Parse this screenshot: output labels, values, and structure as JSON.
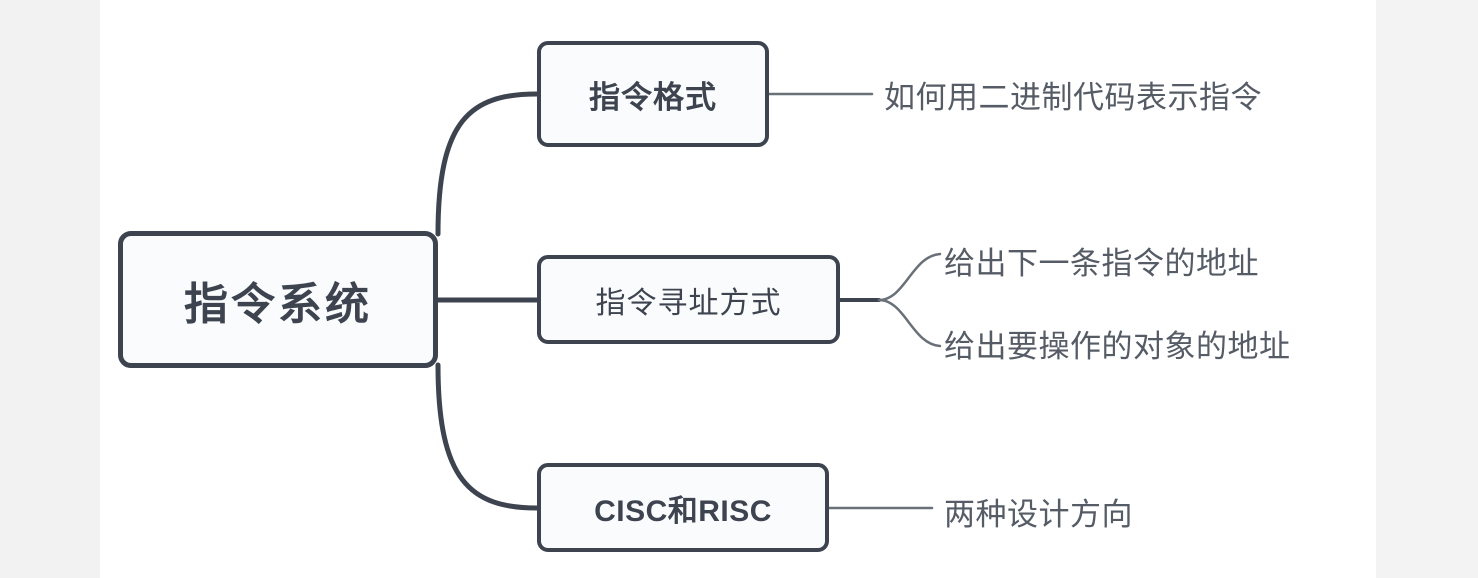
{
  "diagram": {
    "type": "mind-map",
    "orientation": "left-to-right",
    "background_color": "#ffffff",
    "page_background_color": "#f2f2f2",
    "node_border_color": "#3d4450",
    "node_fill_color": "#fafbfc",
    "text_color": "#3d4450",
    "leaf_text_color": "#565c66",
    "connector_color": "#3d4450",
    "root": {
      "label": "指令系统"
    },
    "branches": [
      {
        "label": "指令格式",
        "leaves": [
          {
            "label": "如何用二进制代码表示指令"
          }
        ]
      },
      {
        "label": "指令寻址方式",
        "leaves": [
          {
            "label": "给出下一条指令的地址"
          },
          {
            "label": "给出要操作的对象的地址"
          }
        ]
      },
      {
        "label": "CISC和RISC",
        "leaves": [
          {
            "label": "两种设计方向"
          }
        ]
      }
    ]
  }
}
